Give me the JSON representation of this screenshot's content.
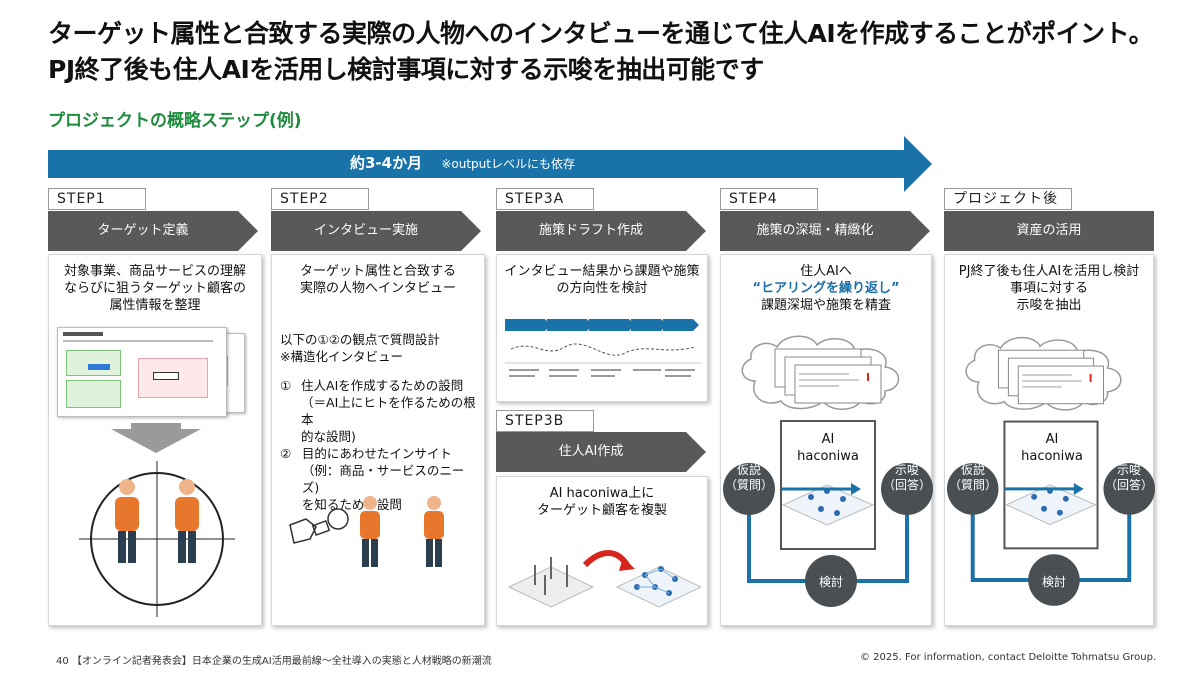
{
  "header": {
    "title_line1": "ターゲット属性と合致する実際の人物へのインタビューを通じて住人AIを作成することがポイント。",
    "title_line2": "PJ終了後も住人AIを活用し検討事項に対する示唆を抽出可能です",
    "section_title": "プロジェクトの概略ステップ(例)"
  },
  "timeline": {
    "duration": "約3-4か月",
    "note": "※outputレベルにも依存",
    "color": "#1a73a8"
  },
  "steps": [
    {
      "tag": "STEP1",
      "label": "ターゲット定義",
      "text": [
        "対象事業、商品サービスの理解",
        "ならびに狙うターゲット顧客の",
        "属性情報を整理"
      ]
    },
    {
      "tag": "STEP2",
      "label": "インタビュー実施",
      "text": [
        "ターゲット属性と合致する",
        "実際の人物へインタビュー"
      ],
      "detail_intro": [
        "以下の①②の観点で質問設計",
        "※構造化インタビュー"
      ],
      "item1_num": "①",
      "item1": [
        "住人AIを作成するための設問",
        "（＝AI上にヒトを作るための根本",
        "的な設問)"
      ],
      "item2_num": "②",
      "item2": [
        "目的にあわせたインサイト",
        "（例：商品・サービスのニーズ)",
        "を知るための設問"
      ]
    },
    {
      "tag": "STEP3A",
      "label": "施策ドラフト作成",
      "text": [
        "インタビュー結果から課題や施策",
        "の方向性を検討"
      ]
    },
    {
      "tag": "STEP3B",
      "label": "住人AI作成",
      "text": [
        "AI haconiwa上に",
        "ターゲット顧客を複製"
      ]
    },
    {
      "tag": "STEP4",
      "label": "施策の深堀・精緻化",
      "text_pre": "住人AIへ",
      "text_emph": "“ヒアリングを繰り返し”",
      "text_post": "課題深堀や施策を精査"
    },
    {
      "tag": "プロジェクト後",
      "label": "資産の活用",
      "text": [
        "PJ終了後も住人AIを活用し検討",
        "事項に対する",
        "示唆を抽出"
      ]
    }
  ],
  "diagram": {
    "box_title_1": "AI",
    "box_title_2": "haconiwa",
    "hypothesis": [
      "仮説",
      "（質問）"
    ],
    "insight": [
      "示唆",
      "（回答）"
    ],
    "review": "検討"
  },
  "footer": {
    "left": "40 【オンライン記者発表会】日本企業の生成AI活用最前線～全社導入の実態と人材戦略の新潮流",
    "right": "© 2025. For information, contact Deloitte Tohmatsu Group."
  },
  "colors": {
    "step_arrow": "#58595b",
    "accent_green": "#1e8c3e",
    "accent_blue": "#1a73a8",
    "person_shirt": "#e8772e"
  }
}
